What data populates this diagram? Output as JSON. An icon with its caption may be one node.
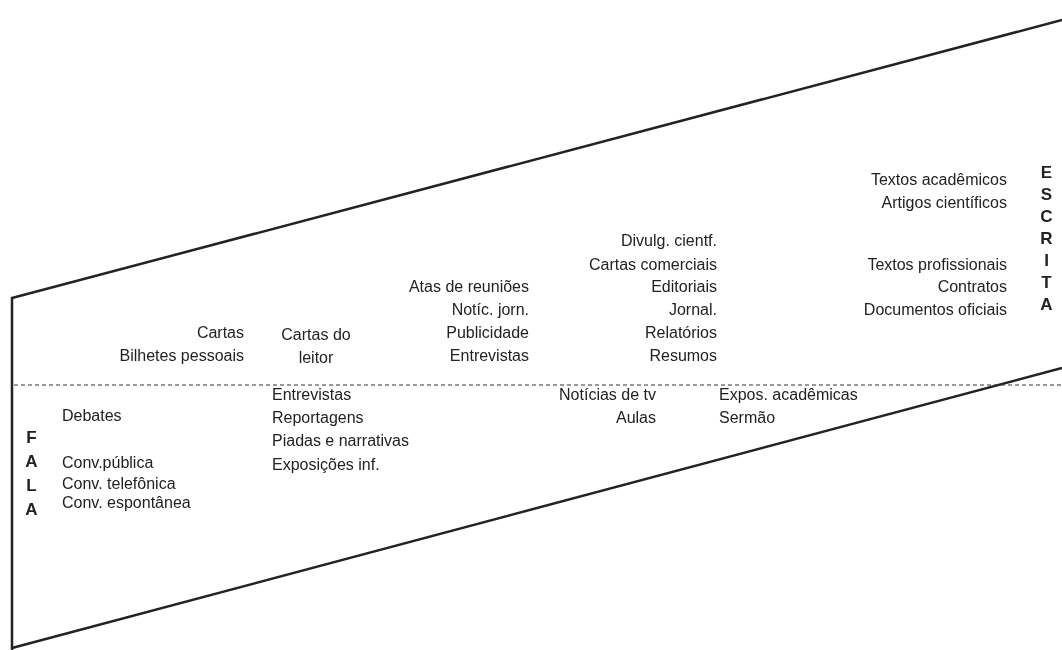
{
  "diagram": {
    "labels": [
      "ESCRITA",
      "Textos acadêmicos",
      "Artigos científicos",
      "Divulg. cientf.",
      "Cartas comerciais",
      "Textos profissionais",
      "Atas de reuniões",
      "Editoriais",
      "Contratos",
      "Notíc. jorn.",
      "Jornal.",
      "Documentos oficiais",
      "Cartas",
      "Cartas do leitor",
      "Publicidade",
      "Relatórios",
      "Bilhetes pessoais",
      "Entrevistas",
      "Resumos",
      "FALA",
      "Entrevistas",
      "Notícias de tv",
      "Expos. acadêmicas",
      "Debates",
      "Reportagens",
      "Aulas",
      "Sermão",
      "Piadas e narrativas",
      "Conv.pública",
      "Exposições inf.",
      "Conv. telefônica",
      "Conv. espontânea"
    ]
  }
}
